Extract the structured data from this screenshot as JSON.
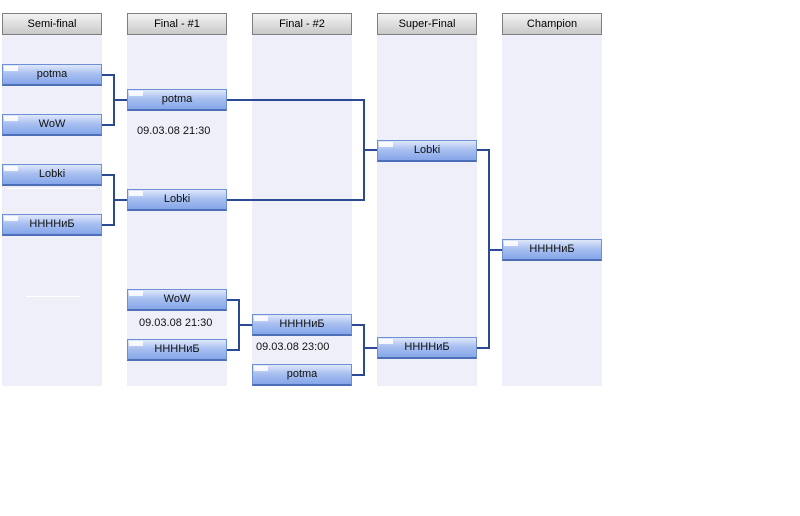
{
  "columns": [
    {
      "label": "Semi-final"
    },
    {
      "label": "Final - #1"
    },
    {
      "label": "Final - #2"
    },
    {
      "label": "Super-Final"
    },
    {
      "label": "Champion"
    }
  ],
  "semifinal": {
    "team1": "potma",
    "team2": "WoW",
    "team3": "Lobki",
    "team4": "ННННиБ"
  },
  "final1": {
    "match1": {
      "team1": "potma",
      "team2": "Lobki",
      "date": "09.03.08 21:30"
    },
    "match2": {
      "team1": "WoW",
      "team2": "ННННиБ",
      "date": "09.03.08 21:30"
    }
  },
  "final2": {
    "team1": "ННННиБ",
    "team2": "potma",
    "date": "09.03.08 23:00"
  },
  "superfinal": {
    "team1": "Lobki",
    "team2": "ННННиБ"
  },
  "champion": {
    "team": "ННННиБ"
  },
  "colors": {
    "column_bg": "#efeffa",
    "team_box": "#a9c0f0",
    "connector": "#2b4a93"
  }
}
